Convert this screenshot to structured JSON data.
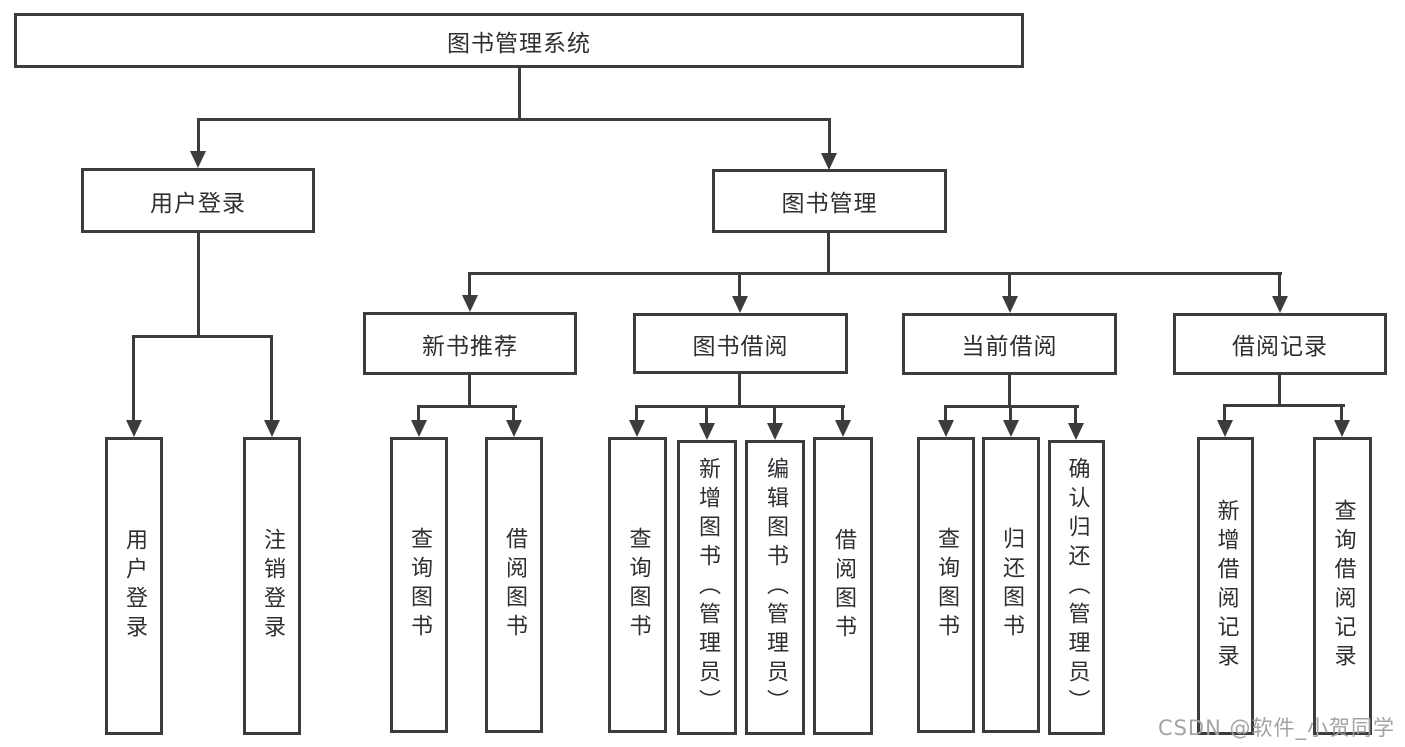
{
  "tree": {
    "label": "图书管理系统",
    "children": [
      {
        "label": "用户登录",
        "children": [
          {
            "label": "用户登录"
          },
          {
            "label": "注销登录"
          }
        ]
      },
      {
        "label": "图书管理",
        "children": [
          {
            "label": "新书推荐",
            "children": [
              {
                "label": "查询图书"
              },
              {
                "label": "借阅图书"
              }
            ]
          },
          {
            "label": "图书借阅",
            "children": [
              {
                "label": "查询图书"
              },
              {
                "label": "新增图书（管理员）"
              },
              {
                "label": "编辑图书（管理员）"
              },
              {
                "label": "借阅图书"
              }
            ]
          },
          {
            "label": "当前借阅",
            "children": [
              {
                "label": "查询图书"
              },
              {
                "label": "归还图书"
              },
              {
                "label": "确认归还（管理员）"
              }
            ]
          },
          {
            "label": "借阅记录",
            "children": [
              {
                "label": "新增借阅记录"
              },
              {
                "label": "查询借阅记录"
              }
            ]
          }
        ]
      }
    ]
  },
  "watermark": "CSDN @软件_小贺同学",
  "colors": {
    "line": "#3c3c3c",
    "text": "#2e2f33",
    "background": "#ffffff",
    "watermark": "#a3a3a3"
  }
}
